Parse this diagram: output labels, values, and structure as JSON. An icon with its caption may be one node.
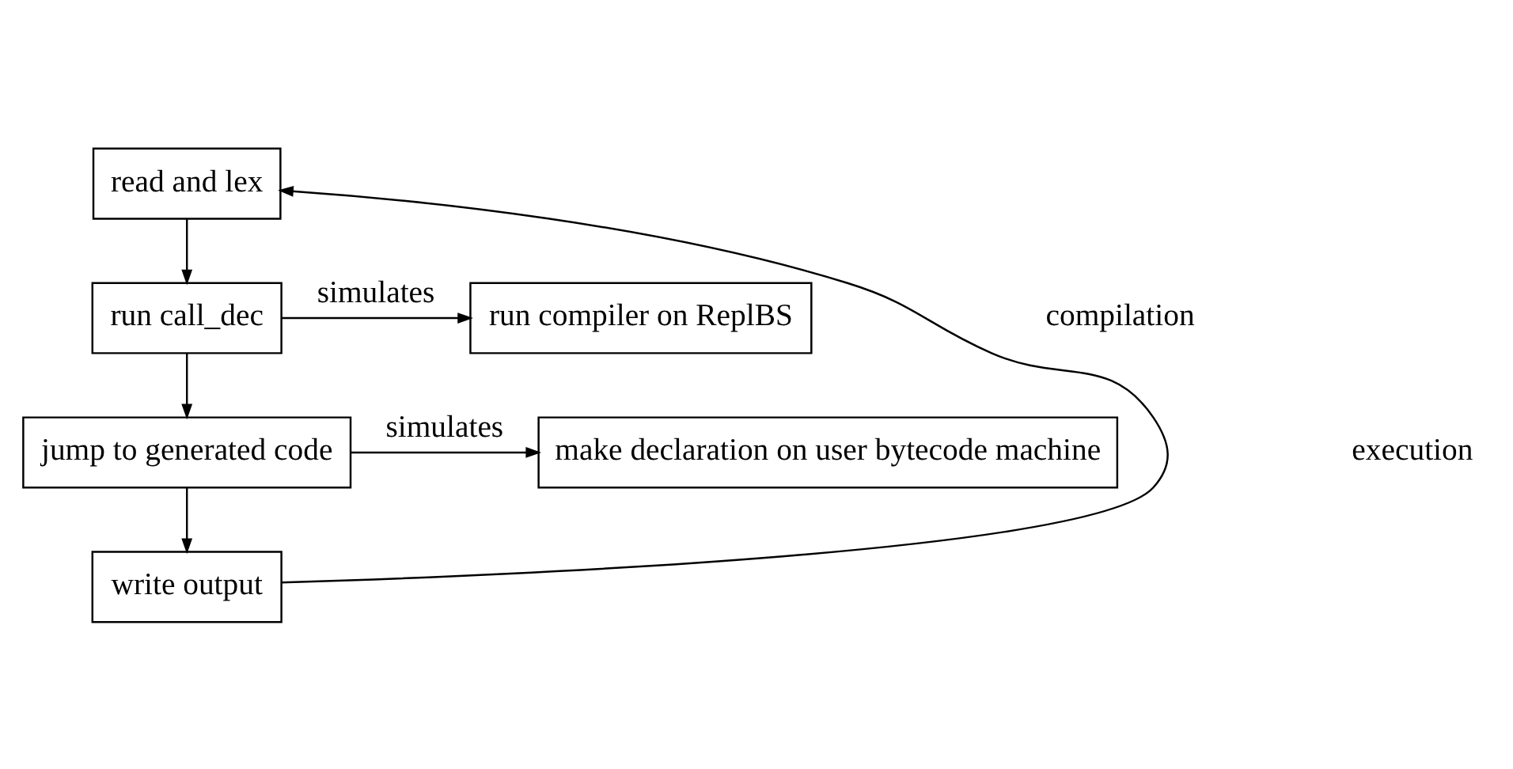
{
  "diagram": {
    "nodes": [
      {
        "text": [
          "read and lex"
        ]
      },
      {
        "text": [
          "run call_dec"
        ]
      },
      {
        "text": [
          "run compiler on ReplBS"
        ]
      },
      {
        "text": [
          "jump to generated code"
        ]
      },
      {
        "text": [
          "make declaration on user bytecode machine"
        ]
      },
      {
        "text": [
          "write output"
        ]
      }
    ],
    "edges": [
      {
        "from": 0,
        "to": 1,
        "arrow": "to"
      },
      {
        "from": 1,
        "to": 2,
        "arrow": "to",
        "label": "simulates"
      },
      {
        "from": 1,
        "to": 3,
        "arrow": "to"
      },
      {
        "from": 3,
        "to": 4,
        "arrow": "to",
        "label": "simulates"
      },
      {
        "from": 3,
        "to": 5,
        "arrow": "to"
      },
      {
        "from": 5,
        "to": 0,
        "arrow": "to"
      }
    ],
    "labels": [
      "compilation",
      "execution"
    ]
  }
}
